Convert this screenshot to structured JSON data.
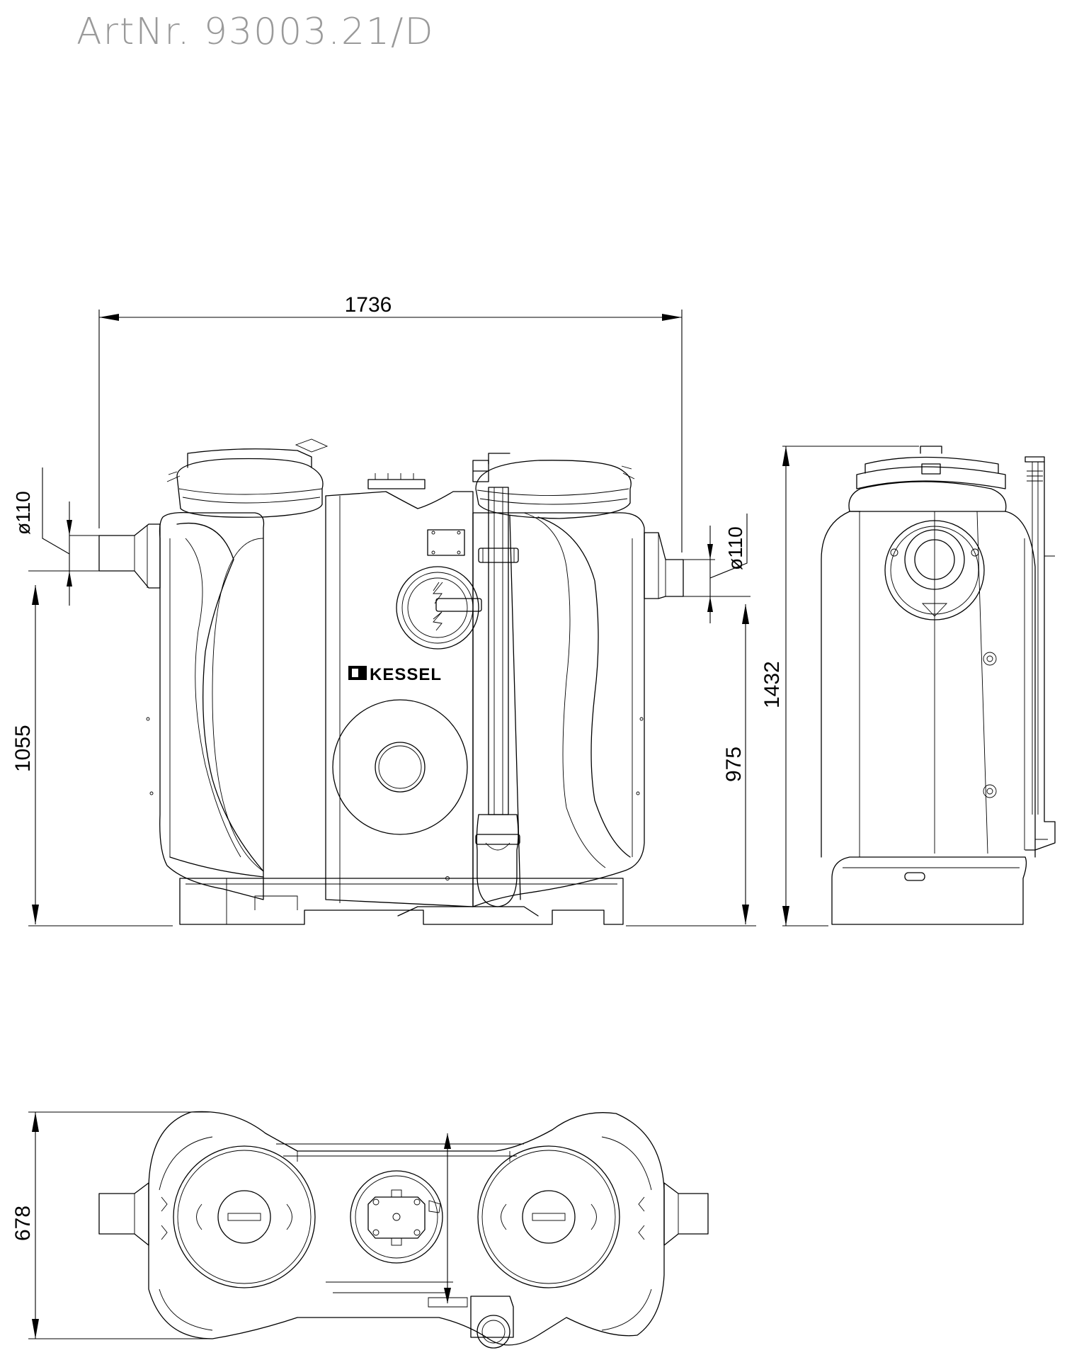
{
  "title": "ArtNr.  93003.21/D",
  "brand": "KESSEL",
  "icons": [
    "kessel-logo-icon",
    "electric-symbol-icon"
  ],
  "colors": {
    "title": "#9a9a9a",
    "lines": "#000000",
    "background": "#ffffff"
  },
  "dimensions": {
    "width": "1736",
    "left_inlet_dia": "ø110",
    "right_outlet_dia": "ø110",
    "inlet_height": "1055",
    "outlet_height": "975",
    "total_height": "1432",
    "plan_depth": "678"
  }
}
